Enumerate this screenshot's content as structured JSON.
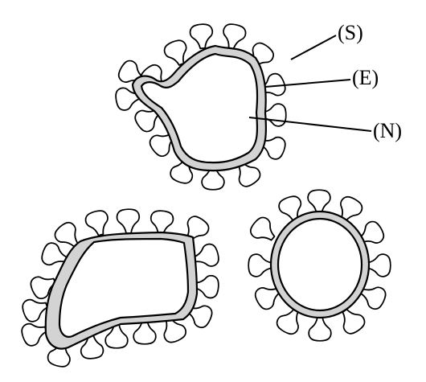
{
  "labels": {
    "spike": "(S)",
    "envelope": "(E)",
    "nucleocapsid": "(N)"
  },
  "colors": {
    "envelope_fill": "#d3d3d3",
    "outline": "#000000",
    "core_fill": "#ffffff"
  }
}
